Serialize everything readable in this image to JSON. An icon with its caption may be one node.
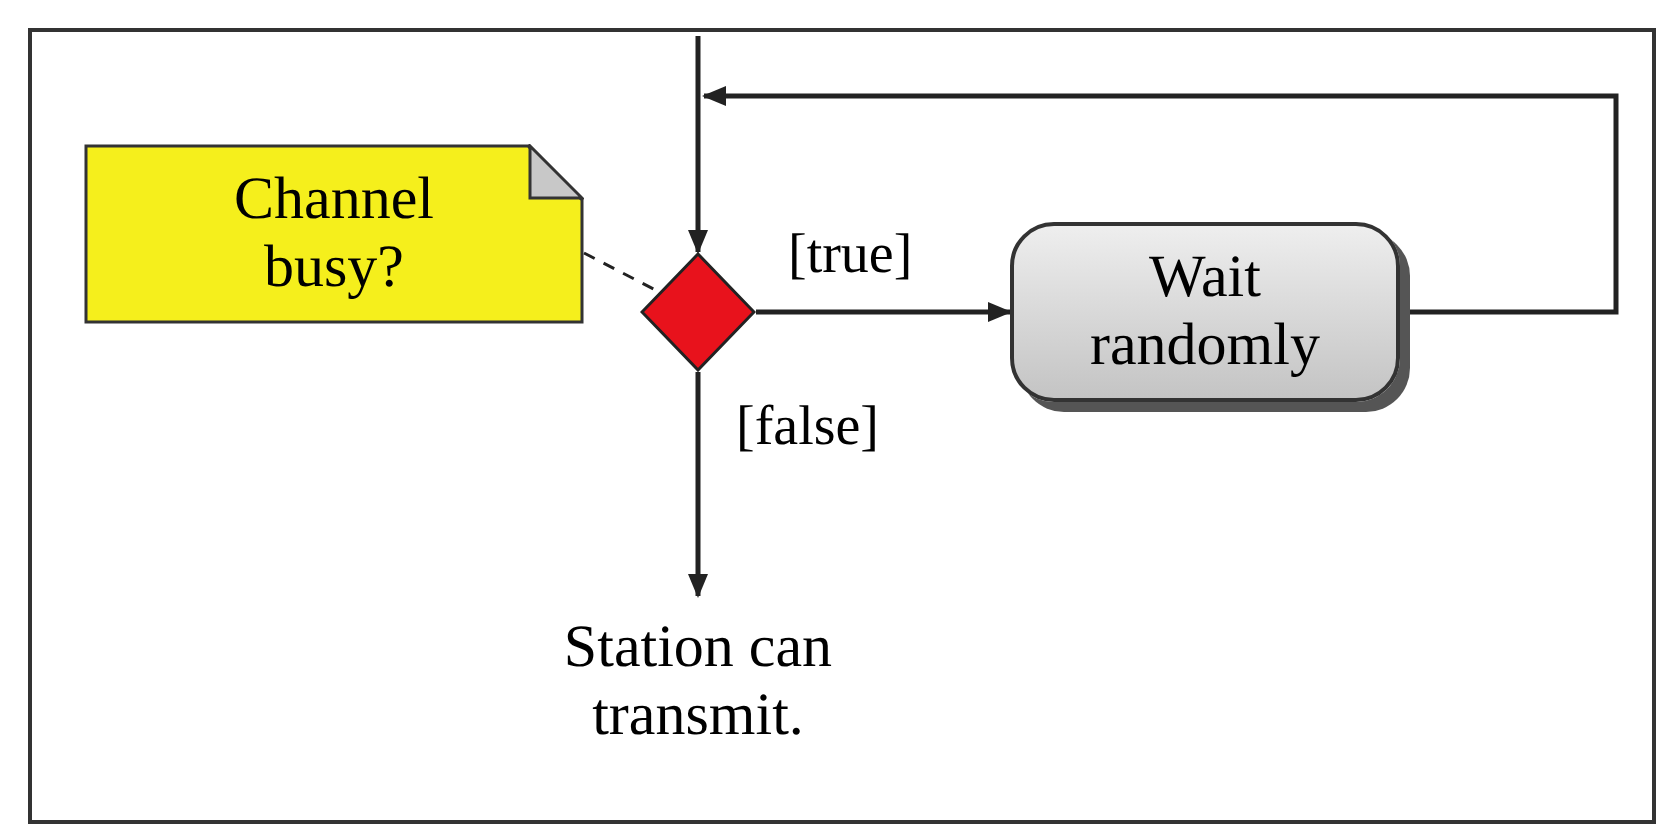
{
  "diagram": {
    "nodes": [
      {
        "text": [
          "Channel busy?"
        ]
      },
      {
        "text": [],
        "shape": "diamond"
      },
      {
        "text": [
          "Wait randomly"
        ]
      },
      {
        "text": [
          "Station can transmit."
        ]
      }
    ],
    "edges": [
      {
        "from": null,
        "to": 1,
        "arrow": "to"
      },
      {
        "from": 1,
        "to": 2,
        "arrow": "to",
        "label": "[true]"
      },
      {
        "from": 1,
        "to": 3,
        "arrow": "to",
        "label": "[false]"
      },
      {
        "from": 2,
        "to": null,
        "arrow": "to"
      },
      {
        "from": 0,
        "to": 1,
        "arrow": "none",
        "style": "dashed"
      }
    ]
  }
}
